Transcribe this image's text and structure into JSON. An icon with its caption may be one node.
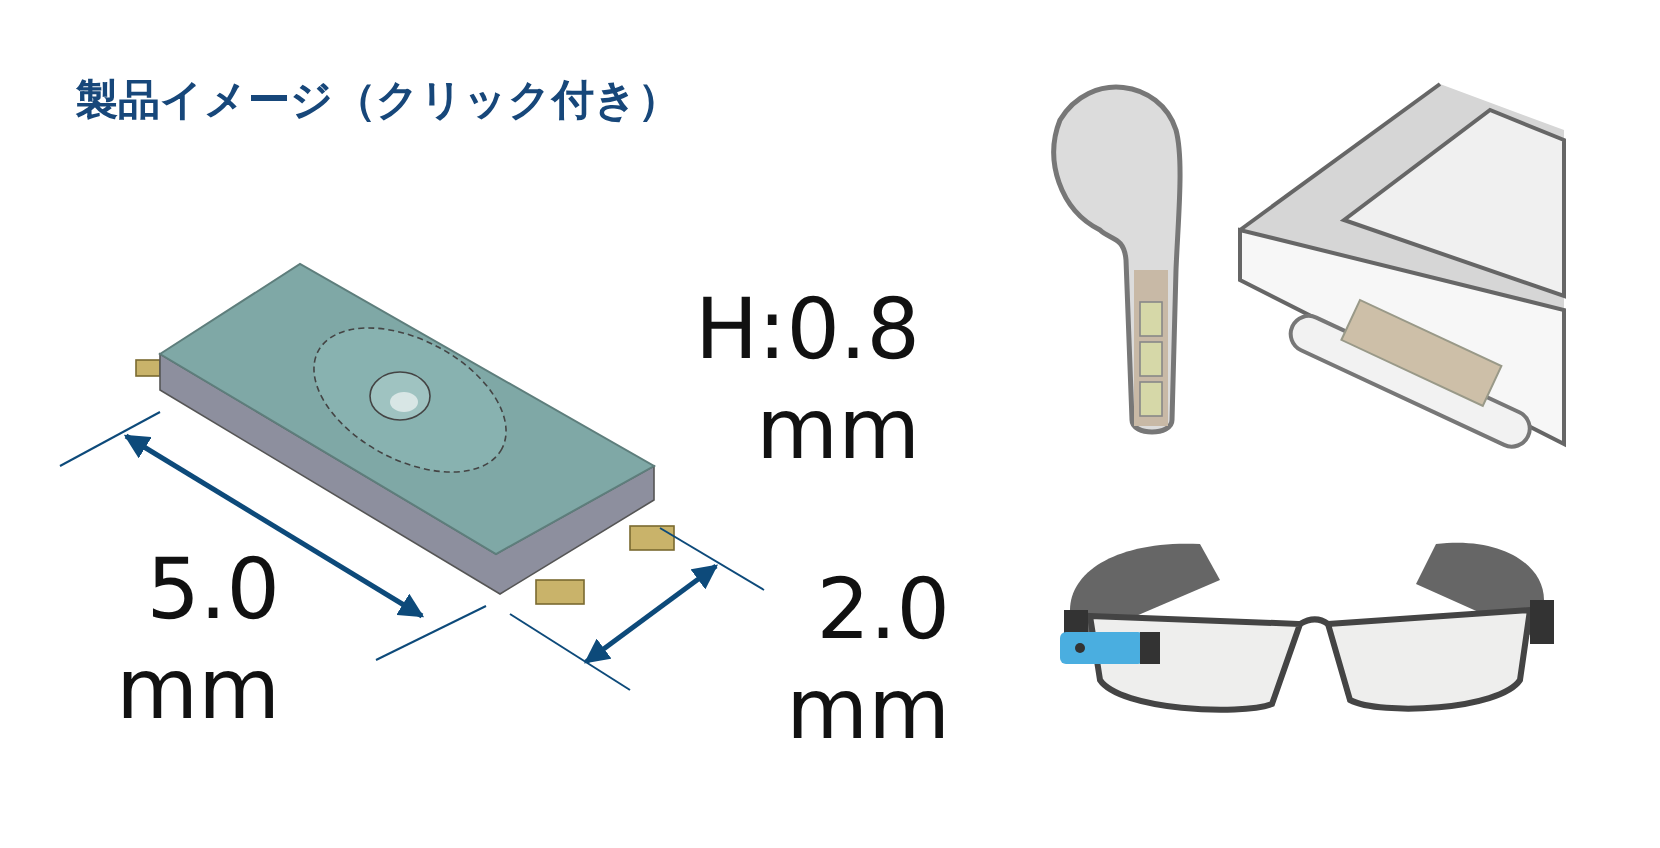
{
  "diagram": {
    "title": "製品イメージ（クリック付き）",
    "labels": [
      "H:0.8 mm",
      "5.0 mm",
      "2.0 mm"
    ]
  }
}
